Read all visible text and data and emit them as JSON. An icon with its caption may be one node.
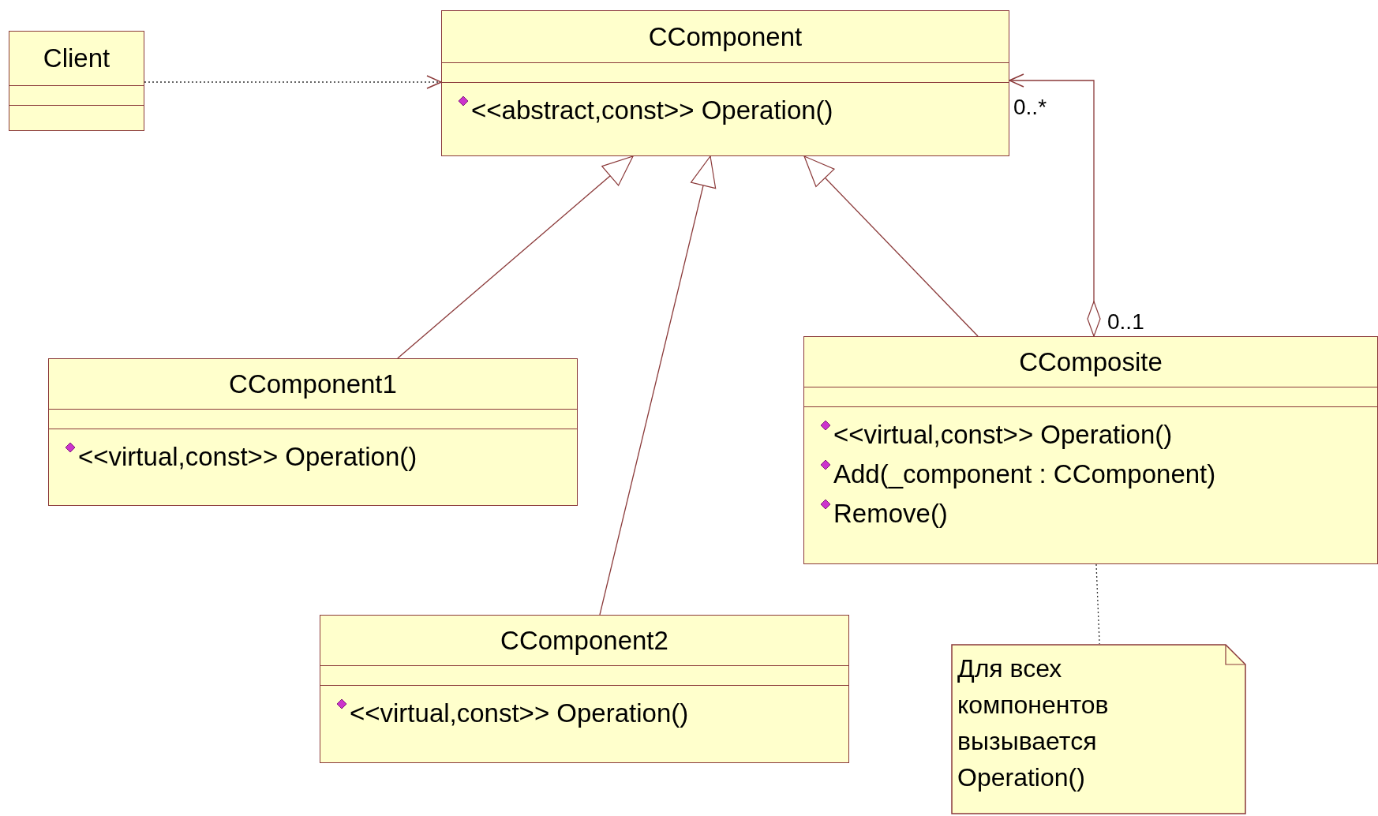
{
  "diagram": {
    "nodes": [
      {
        "text": [
          "Client"
        ]
      },
      {
        "text": [
          "CComponent",
          "<<abstract,const>> Operation()"
        ]
      },
      {
        "text": [
          "CComponent1",
          "<<virtual,const>> Operation()"
        ]
      },
      {
        "text": [
          "CComposite",
          "<<virtual,const>> Operation()",
          "Add(_component : CComponent)",
          "Remove()"
        ]
      },
      {
        "text": [
          "CComponent2",
          "<<virtual,const>> Operation()"
        ]
      },
      {
        "text": [
          "Для всех компонентов вызывается Operation()"
        ]
      }
    ],
    "edges": [
      {
        "from": 0,
        "to": 1,
        "arrow": "to",
        "style": "dashed"
      },
      {
        "from": 2,
        "to": 1,
        "arrow": "to"
      },
      {
        "from": 4,
        "to": 1,
        "arrow": "to"
      },
      {
        "from": 3,
        "to": 1,
        "arrow": "to"
      },
      {
        "from": 3,
        "to": 1,
        "arrow": "to"
      },
      {
        "from": 3,
        "to": 5,
        "arrow": "none",
        "style": "dashed"
      }
    ],
    "labels": [
      "0..*",
      "0..1"
    ]
  }
}
